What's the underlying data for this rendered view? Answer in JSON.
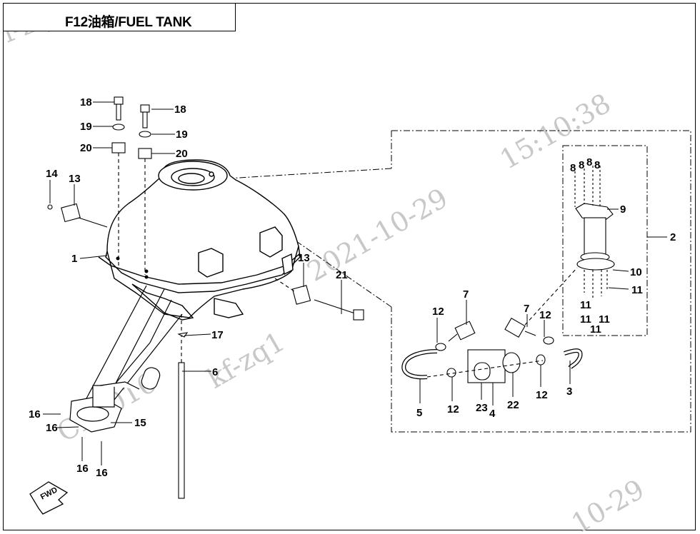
{
  "title": "F12油箱/FUEL TANK",
  "watermark": {
    "top_left": "f-zq",
    "date": "2021-10-29",
    "time": "15:10:38",
    "user": "kf-zq1",
    "mid": "CF0016",
    "bottom_right": "10-29"
  },
  "fwd_label": "FWD",
  "callouts": {
    "c1": "1",
    "c2": "2",
    "c3": "3",
    "c4": "4",
    "c5": "5",
    "c6": "6",
    "c7a": "7",
    "c7b": "7",
    "c8a": "8",
    "c8b": "8",
    "c8c": "8",
    "c8d": "8",
    "c9": "9",
    "c10": "10",
    "c11a": "11",
    "c11b": "11",
    "c11c": "11",
    "c11d": "11",
    "c11e": "11",
    "c12a": "12",
    "c12b": "12",
    "c12c": "12",
    "c12d": "12",
    "c13a": "13",
    "c13b": "13",
    "c14": "14",
    "c15": "15",
    "c16a": "16",
    "c16b": "16",
    "c16c": "16",
    "c16d": "16",
    "c17": "17",
    "c18a": "18",
    "c18b": "18",
    "c19a": "19",
    "c19b": "19",
    "c20a": "20",
    "c20b": "20",
    "c21": "21",
    "c22": "22",
    "c23": "23"
  }
}
